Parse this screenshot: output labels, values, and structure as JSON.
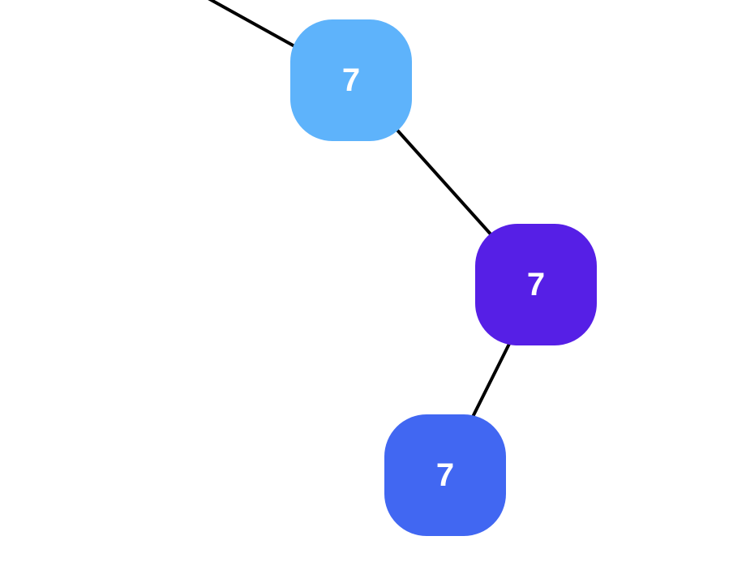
{
  "nodes": [
    {
      "id": "top",
      "label": "7",
      "color": "#5eb3fb"
    },
    {
      "id": "mid",
      "label": "7",
      "color": "#561fe6"
    },
    {
      "id": "bottom",
      "label": "7",
      "color": "#4167f2"
    }
  ],
  "edges": [
    {
      "from": "off-canvas-parent",
      "to": "top"
    },
    {
      "from": "top",
      "to": "mid"
    },
    {
      "from": "mid",
      "to": "bottom"
    }
  ],
  "colors": {
    "background": "#ffffff",
    "edge": "#000000",
    "label": "#ffffff"
  }
}
